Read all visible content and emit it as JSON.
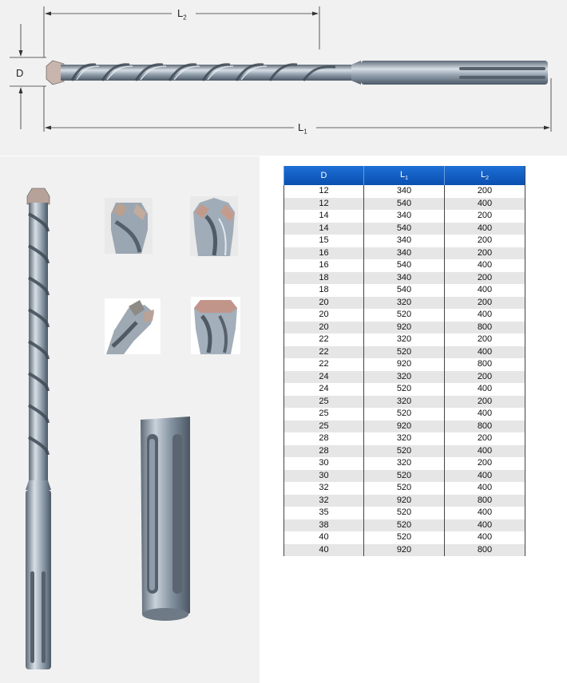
{
  "dimensions": {
    "l2_label": "L",
    "l2_sub": "2",
    "l1_label": "L",
    "l1_sub": "1",
    "d_label": "D"
  },
  "table": {
    "headers": {
      "d": "D",
      "l1": "L",
      "l1_sub": "1",
      "l2": "L",
      "l2_sub": "2"
    },
    "rows": [
      [
        "12",
        "340",
        "200"
      ],
      [
        "12",
        "540",
        "400"
      ],
      [
        "14",
        "340",
        "200"
      ],
      [
        "14",
        "540",
        "400"
      ],
      [
        "15",
        "340",
        "200"
      ],
      [
        "16",
        "340",
        "200"
      ],
      [
        "16",
        "540",
        "400"
      ],
      [
        "18",
        "340",
        "200"
      ],
      [
        "18",
        "540",
        "400"
      ],
      [
        "20",
        "320",
        "200"
      ],
      [
        "20",
        "520",
        "400"
      ],
      [
        "20",
        "920",
        "800"
      ],
      [
        "22",
        "320",
        "200"
      ],
      [
        "22",
        "520",
        "400"
      ],
      [
        "22",
        "920",
        "800"
      ],
      [
        "24",
        "320",
        "200"
      ],
      [
        "24",
        "520",
        "400"
      ],
      [
        "25",
        "320",
        "200"
      ],
      [
        "25",
        "520",
        "400"
      ],
      [
        "25",
        "920",
        "800"
      ],
      [
        "28",
        "320",
        "200"
      ],
      [
        "28",
        "520",
        "400"
      ],
      [
        "30",
        "320",
        "200"
      ],
      [
        "30",
        "520",
        "400"
      ],
      [
        "32",
        "520",
        "400"
      ],
      [
        "32",
        "920",
        "800"
      ],
      [
        "35",
        "520",
        "400"
      ],
      [
        "38",
        "520",
        "400"
      ],
      [
        "40",
        "520",
        "400"
      ],
      [
        "40",
        "920",
        "800"
      ]
    ]
  },
  "colors": {
    "header_blue": "#1060c8",
    "steel": "#8a98a6",
    "carbide": "#c9a49a"
  }
}
